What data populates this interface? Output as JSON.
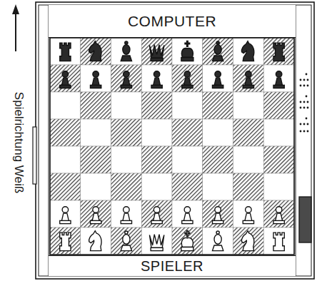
{
  "diagram": {
    "nodes": [
      {
        "text": [
          "COMPUTER"
        ]
      },
      {
        "text": [
          "SPIELER"
        ]
      }
    ],
    "labels": [
      "Spielrichtung Weiß"
    ]
  }
}
